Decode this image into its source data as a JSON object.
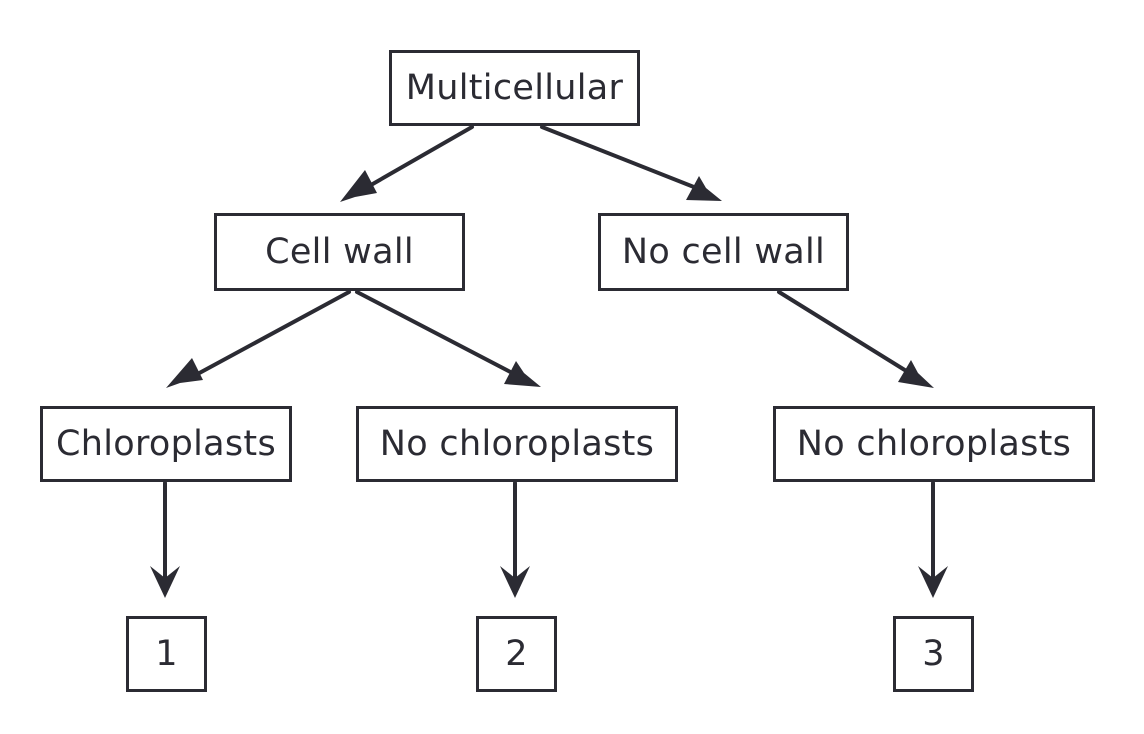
{
  "diagram": {
    "nodes": {
      "multicellular": "Multicellular",
      "cell_wall": "Cell wall",
      "no_cell_wall": "No cell wall",
      "chloroplasts": "Chloroplasts",
      "no_chloroplasts_left": "No chloroplasts",
      "no_chloroplasts_right": "No chloroplasts",
      "result_1": "1",
      "result_2": "2",
      "result_3": "3"
    },
    "edges": [
      {
        "from": "multicellular",
        "to": "cell_wall"
      },
      {
        "from": "multicellular",
        "to": "no_cell_wall"
      },
      {
        "from": "cell_wall",
        "to": "chloroplasts"
      },
      {
        "from": "cell_wall",
        "to": "no_chloroplasts_left"
      },
      {
        "from": "no_cell_wall",
        "to": "no_chloroplasts_right"
      },
      {
        "from": "chloroplasts",
        "to": "result_1"
      },
      {
        "from": "no_chloroplasts_left",
        "to": "result_2"
      },
      {
        "from": "no_chloroplasts_right",
        "to": "result_3"
      }
    ],
    "colors": {
      "stroke": "#2b2b33",
      "background": "#ffffff"
    }
  }
}
